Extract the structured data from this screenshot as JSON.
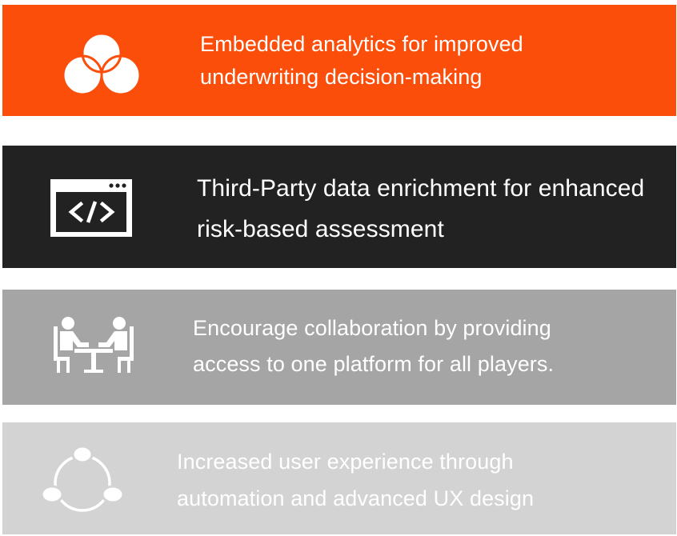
{
  "items": [
    {
      "icon": "overlapping-circles-icon",
      "color": "#fb4e0b",
      "line1": "Embedded analytics for improved",
      "line2": "underwriting decision-making"
    },
    {
      "icon": "code-window-icon",
      "color": "#222222",
      "line1": "Third-Party data enrichment for enhanced",
      "line2": "risk-based assessment"
    },
    {
      "icon": "meeting-table-icon",
      "color": "#a5a5a5",
      "line1": "Encourage collaboration by providing",
      "line2": "access to one platform for all players."
    },
    {
      "icon": "cycle-nodes-icon",
      "color": "#d3d3d3",
      "line1": "Increased user experience through",
      "line2": "automation and advanced UX design"
    }
  ]
}
